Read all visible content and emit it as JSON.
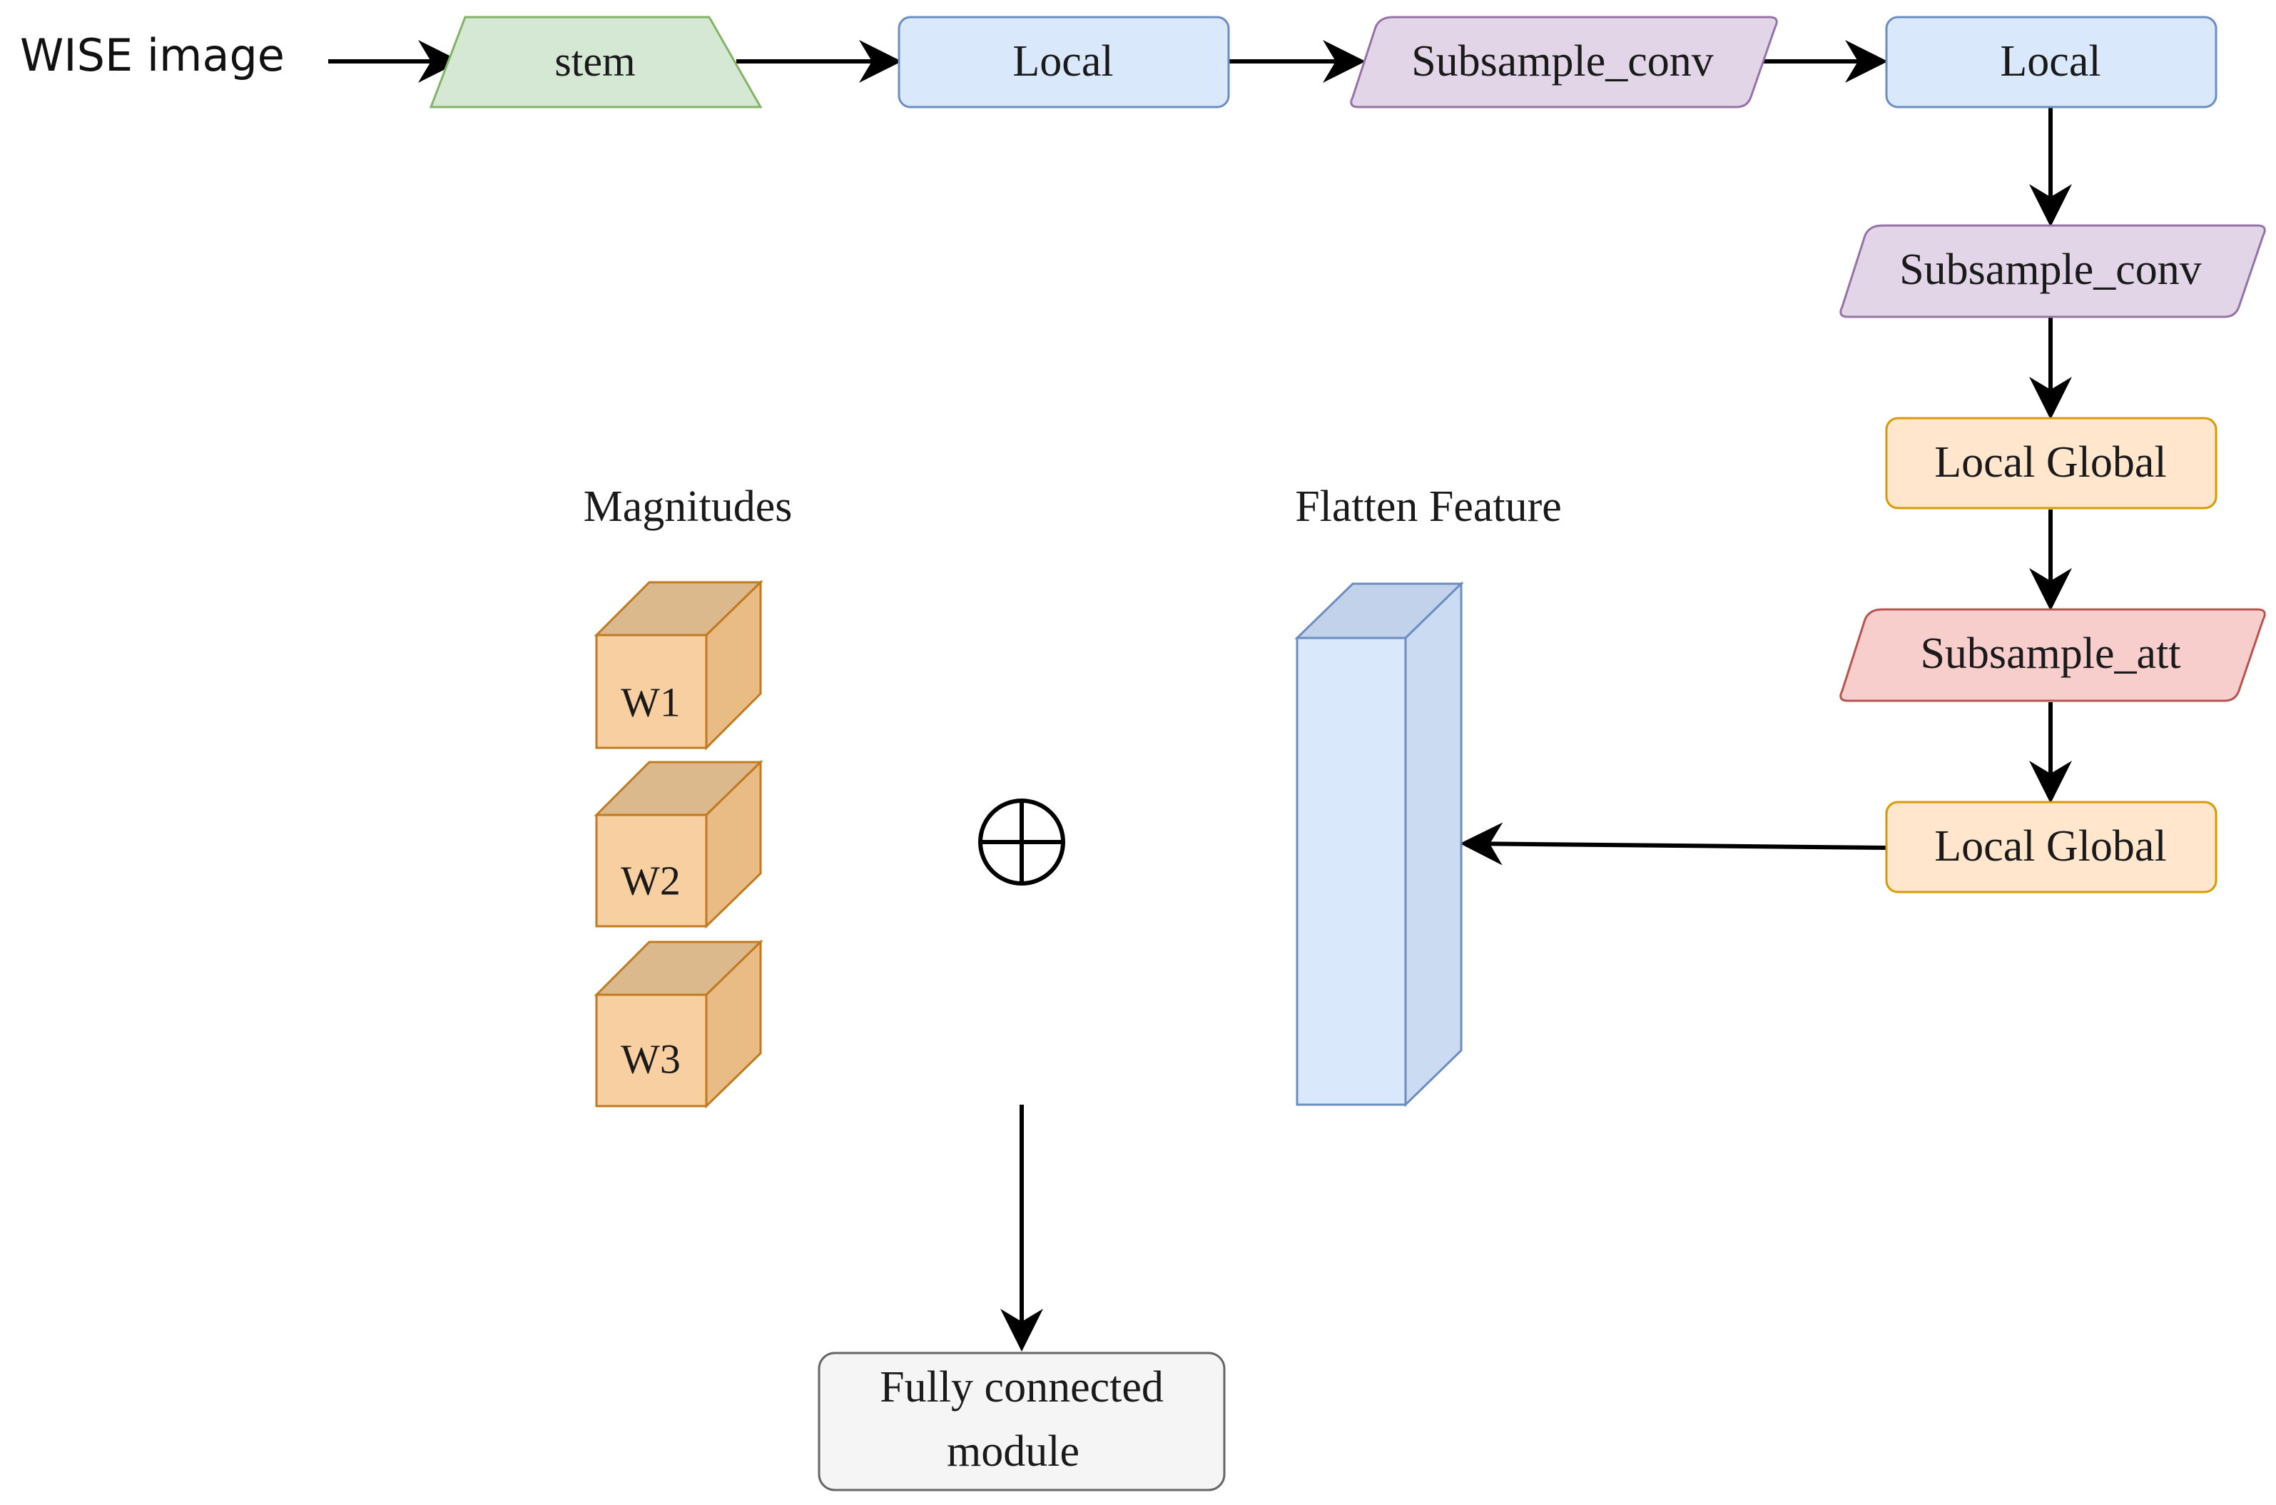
{
  "input_label": "WISE image",
  "nodes": {
    "stem": "stem",
    "local_1": "Local",
    "subsample_conv_1": "Subsample_conv",
    "local_2": "Local",
    "subsample_conv_2": "Subsample_conv",
    "local_global_1": "Local Global",
    "subsample_att": "Subsample_att",
    "local_global_2": "Local Global",
    "fully_connected_line1": "Fully connected",
    "fully_connected_line2": "module"
  },
  "magnitudes": {
    "title": "Magnitudes",
    "cubes": [
      "W1",
      "W2",
      "W3"
    ]
  },
  "flatten": {
    "title": "Flatten Feature"
  },
  "combine_symbol": "⊕",
  "colors": {
    "stem_fill": "#d5e8d4",
    "stem_stroke": "#82b366",
    "local_fill": "#dae8fc",
    "local_stroke": "#6c8ebf",
    "subsample_conv_fill": "#e1d5e7",
    "subsample_conv_stroke": "#9673a6",
    "local_global_fill": "#ffe6cc",
    "local_global_stroke": "#d79b00",
    "subsample_att_fill": "#f8cecc",
    "subsample_att_stroke": "#b85450",
    "cube_front": "#f8cfa0",
    "cube_side": "#e9bb85",
    "cube_top": "#dcb98d",
    "cube_stroke": "#c07a1f",
    "flatten_front": "#dae8fc",
    "flatten_side": "#cbdcf2",
    "flatten_top": "#c2d2ea",
    "flatten_stroke": "#6c8ebf",
    "fc_fill": "#f5f5f5",
    "fc_stroke": "#666666"
  }
}
